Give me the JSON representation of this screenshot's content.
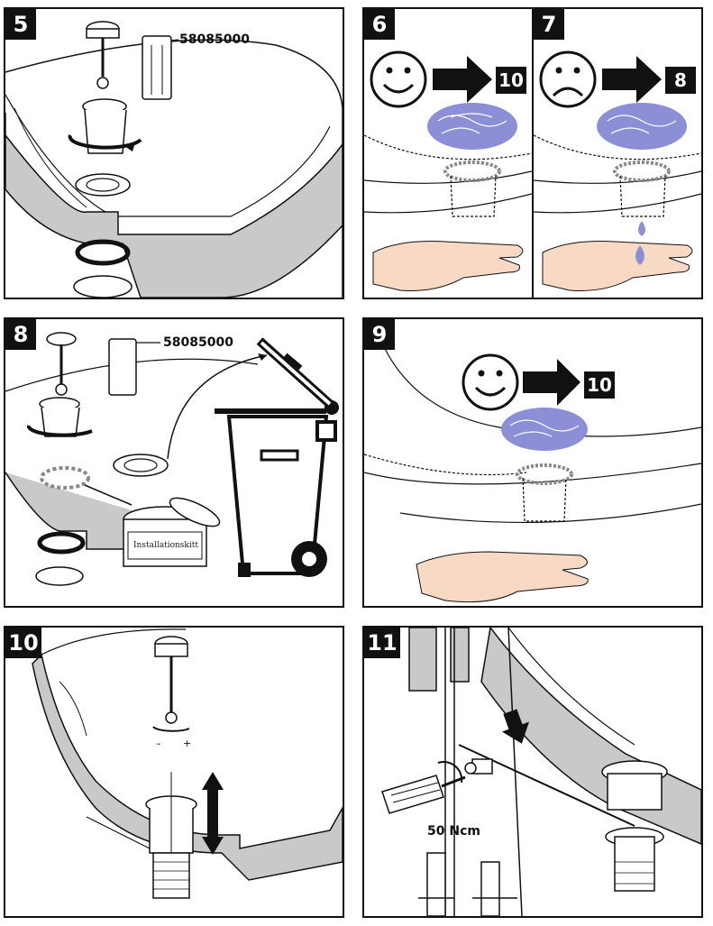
{
  "steps": {
    "s5": {
      "number": "5",
      "part_no": "58085000"
    },
    "s6": {
      "number": "6",
      "rating": "10"
    },
    "s7": {
      "number": "7",
      "rating": "8"
    },
    "s8": {
      "number": "8",
      "part_no": "58085000",
      "tin_label": "Installationskitt"
    },
    "s9": {
      "number": "9",
      "rating": "10"
    },
    "s10": {
      "number": "10",
      "minus": "–",
      "plus": "+"
    },
    "s11": {
      "number": "11",
      "torque": "50 Ncm"
    }
  },
  "colors": {
    "water": "#8c8fd6",
    "skin": "#f7d9c4",
    "gray": "#c9c9c9",
    "ink": "#111111"
  },
  "icons": [
    "smiley-icon",
    "frown-icon",
    "arrow-right-icon",
    "trash-bin-icon",
    "screwdriver-icon",
    "drop-icon",
    "hand-icon"
  ]
}
